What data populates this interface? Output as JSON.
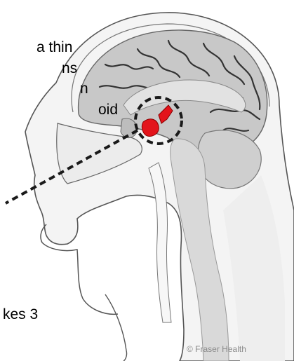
{
  "text_fragments": [
    "a thin",
    "ns",
    "n",
    "oid",
    "kes 3"
  ],
  "credit": "© Fraser Health",
  "colors": {
    "gland": "#e3141b",
    "brain": "#c8c8c8",
    "brain_light": "#e2e2e2",
    "brainstem": "#d9d9d9",
    "outline": "#555555",
    "dash": "#1a1a1a"
  },
  "icons": [
    "head-sagittal-section",
    "pituitary-gland-highlight",
    "callout-circle",
    "pointer-line"
  ]
}
